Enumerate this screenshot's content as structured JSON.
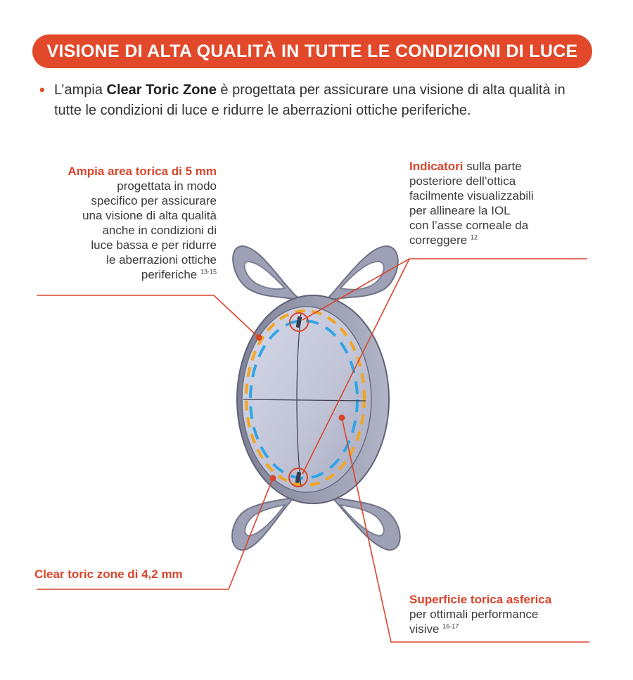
{
  "header": {
    "title": "VISIONE DI ALTA QUALITÀ IN TUTTE LE CONDIZIONI DI LUCE"
  },
  "intro": {
    "text_before": "L’ampia ",
    "highlight": "Clear Toric Zone",
    "text_after": " è progettata per assicurare una visione di alta qualità in tutte le condizioni di luce e ridurre le aberrazioni ottiche periferiche."
  },
  "callouts": {
    "toric_area": {
      "title": "Ampia area torica di 5 mm",
      "lines": [
        "progettata in modo",
        "specifico per assicurare",
        "una visione di alta qualità",
        "anche in condizioni di",
        "luce bassa e per ridurre",
        "le aberrazioni ottiche"
      ],
      "last_line": "periferiche",
      "ref": "13-15"
    },
    "indicators": {
      "title": "Indicatori",
      "first_line_rest": " sulla parte",
      "lines": [
        "posteriore dell’ottica",
        "facilmente visualizzabili",
        "per allineare la IOL",
        "con l’asse corneale da"
      ],
      "last_line": "correggere",
      "ref": "12"
    },
    "clear_zone": {
      "title": "Clear toric zone di 4,2 mm"
    },
    "aspheric": {
      "title": "Superficie torica asferica",
      "lines": [
        "per ottimali performance"
      ],
      "last_line": "visive",
      "ref": "16-17"
    }
  },
  "colors": {
    "accent": "#e2482a",
    "callout_title": "#d9452b",
    "leader_line": "#d9452b",
    "lens_body": "#a3a6b9",
    "lens_rim": "#8c8fa3",
    "optic_face": "#c4c7d9",
    "dash_yellow": "#f3a51d",
    "dash_blue": "#2fa6e6"
  }
}
